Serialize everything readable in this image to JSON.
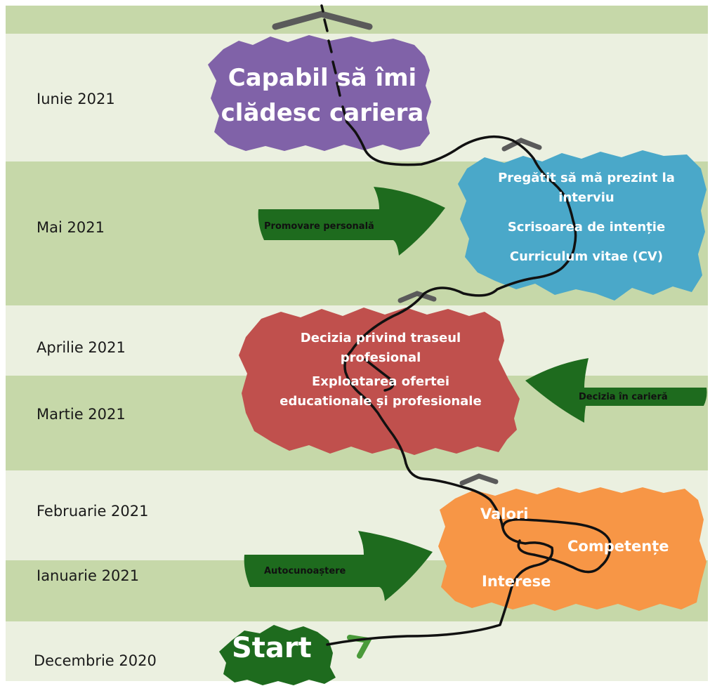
{
  "months": {
    "iunie": "Iunie 2021",
    "mai": "Mai 2021",
    "aprilie": "Aprilie 2021",
    "martie": "Martie 2021",
    "februarie": "Februarie 2021",
    "ianuarie": "Ianuarie 2021",
    "decembrie": "Decembrie 2020"
  },
  "goal": {
    "line1": "Capabil să îmi",
    "line2": "clădesc cariera"
  },
  "promotion_box": {
    "line1": "Pregătit să mă prezint la",
    "line2": "interviu",
    "line3": "Scrisoarea de intenție",
    "line4": "Curriculum vitae (CV)"
  },
  "decision_box": {
    "line1": "Decizia privind traseul",
    "line2": "profesional",
    "line3": "Exploatarea ofertei",
    "line4": "educationale și profesionale"
  },
  "self_box": {
    "valori": "Valori",
    "competente": "Competențe",
    "interese": "Interese"
  },
  "start_label": "Start",
  "arrows": {
    "promovare": "Promovare personală",
    "decizia": "Decizia în carieră",
    "autocunoastere": "Autocunoaștere"
  },
  "colors": {
    "band_green": "#c6d8a9",
    "band_light": "#ebf0e0",
    "purple": "#8062a8",
    "blue": "#4aa8c9",
    "red": "#c0504d",
    "orange": "#f79646",
    "dark_green": "#1e6b1e",
    "path": "#111111"
  }
}
